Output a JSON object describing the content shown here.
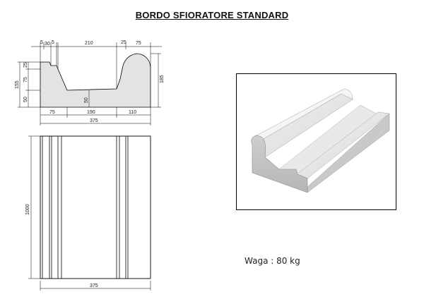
{
  "title": "BORDO SFIORATORE STANDARD",
  "dimensions": {
    "top_left_5a": "5",
    "top_left_30": "30",
    "top_left_5b": "5",
    "top_210": "210",
    "top_25": "25",
    "top_75": "75",
    "left_25": "25",
    "left_75": "75",
    "left_155": "155",
    "left_50": "50",
    "center_50": "50",
    "right_185": "185",
    "bottom_75": "75",
    "bottom_190": "190",
    "bottom_110": "110",
    "bottom_375": "375",
    "plan_1000": "1000",
    "plan_375": "375"
  },
  "colors": {
    "profile_fill": "#e3e3e3",
    "stroke": "#000000"
  },
  "weight_label": "Waga : 80 kg"
}
